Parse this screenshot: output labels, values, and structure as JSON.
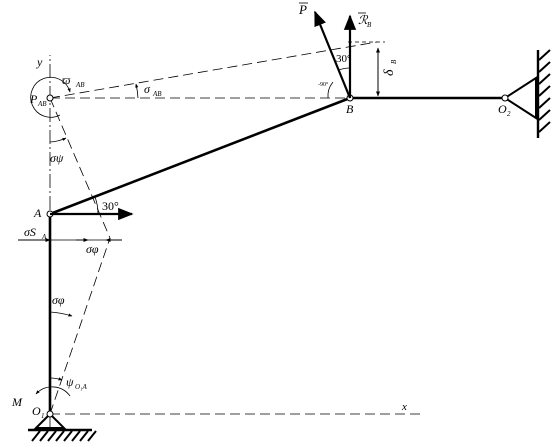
{
  "labels": {
    "y": "y",
    "x": "x",
    "p_ab": "P",
    "p_ab_sub": "AB",
    "omega_ab": "ϖ",
    "omega_ab_sub": "AB",
    "sigma_ab": "σ",
    "sigma_ab_sub": "AB",
    "minus90": "-90°",
    "p_force": "P",
    "r_b": "ℛ",
    "r_b_sub": "B",
    "angle_b": "30°",
    "b": "B",
    "o2": "O",
    "o2_sub": "2",
    "sigma_psi": "σψ",
    "a": "A",
    "angle_a": "30°",
    "sigma_s": "σS",
    "sigma_s_sub": "A",
    "sigma_phi": "σφ",
    "sigma_phi2": "σφ",
    "psi": "ψ",
    "psi_sub": "O₁A",
    "m": "M",
    "o1": "O",
    "o1_sub": "1",
    "delta_b": "δ",
    "delta_b_sub": "B"
  },
  "colors": {
    "ink": "#000000",
    "background": "#ffffff"
  }
}
